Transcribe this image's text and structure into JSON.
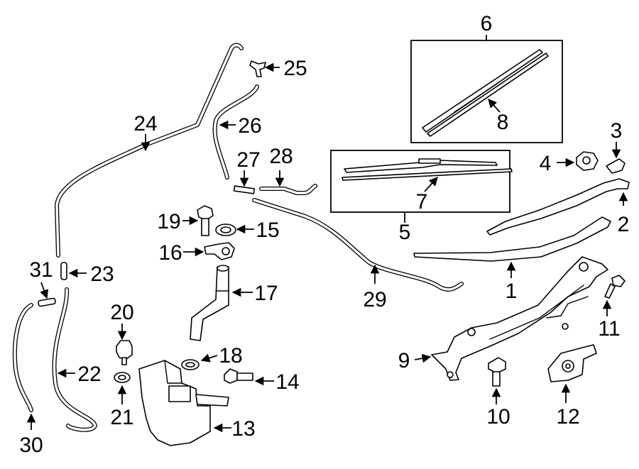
{
  "callouts": {
    "c1": "1",
    "c2": "2",
    "c3": "3",
    "c4": "4",
    "c5": "5",
    "c6": "6",
    "c7": "7",
    "c8": "8",
    "c9": "9",
    "c10": "10",
    "c11": "11",
    "c12": "12",
    "c13": "13",
    "c14": "14",
    "c15": "15",
    "c16": "16",
    "c17": "17",
    "c18": "18",
    "c19": "19",
    "c20": "20",
    "c21": "21",
    "c22": "22",
    "c23": "23",
    "c24": "24",
    "c25": "25",
    "c26": "26",
    "c27": "27",
    "c28": "28",
    "c29": "29",
    "c30": "30",
    "c31": "31"
  },
  "colors": {
    "line": "#000000",
    "background": "#ffffff"
  }
}
